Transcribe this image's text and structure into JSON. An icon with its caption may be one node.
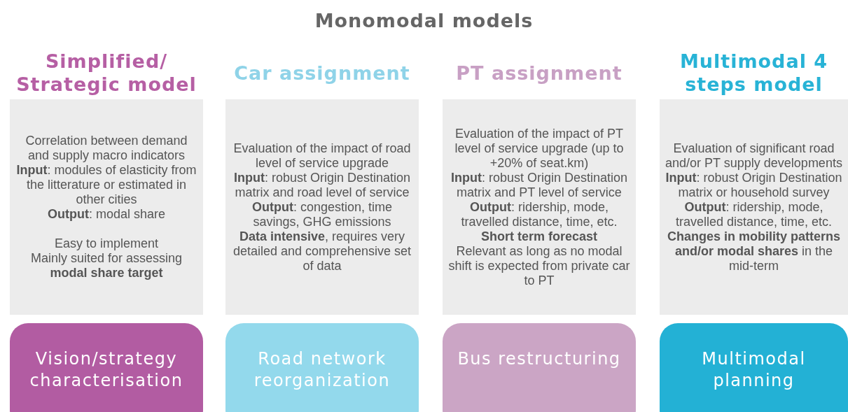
{
  "diagram": {
    "title": "Monomodal models",
    "nodes": [
      {
        "text": [
          "Simplified/ Strategic model",
          "Correlation between demand and supply macro indicators",
          "**Input**: modules of elasticity from the litterature or estimated in other cities",
          "**Output**: modal share",
          "Easy to implement",
          "Mainly suited for assessing **modal share target**"
        ]
      },
      {
        "text": [
          "Car assignment",
          "Evaluation of the impact of road level of service upgrade",
          "**Input**: robust Origin Destination matrix and road level of service",
          "**Output**: congestion, time savings, GHG emissions",
          "**Data intensive**, requires very detailed and comprehensive set of data"
        ]
      },
      {
        "text": [
          "PT assignment",
          "Evaluation of the impact of PT level of service upgrade (up to +20% of seat.km)",
          "**Input**: robust Origin Destination matrix and PT level of service",
          "**Output**: ridership, mode, travelled distance, time, etc.",
          "**Short term forecast**",
          "Relevant as long as no modal shift is expected from private car to PT"
        ]
      },
      {
        "text": [
          "Multimodal 4 steps model",
          "Evaluation of significant road and/or PT supply developments",
          "**Input**: robust Origin Destination matrix or household survey",
          "**Output**: ridership, mode, travelled distance, time, etc.",
          "**Changes in mobility patterns and/or modal shares** in the mid-term"
        ]
      },
      {
        "text": [
          "Vision/strategy characterisation"
        ]
      },
      {
        "text": [
          "Road network reorganization"
        ]
      },
      {
        "text": [
          "Bus restructuring"
        ]
      },
      {
        "text": [
          "Multimodal planning"
        ]
      }
    ]
  }
}
